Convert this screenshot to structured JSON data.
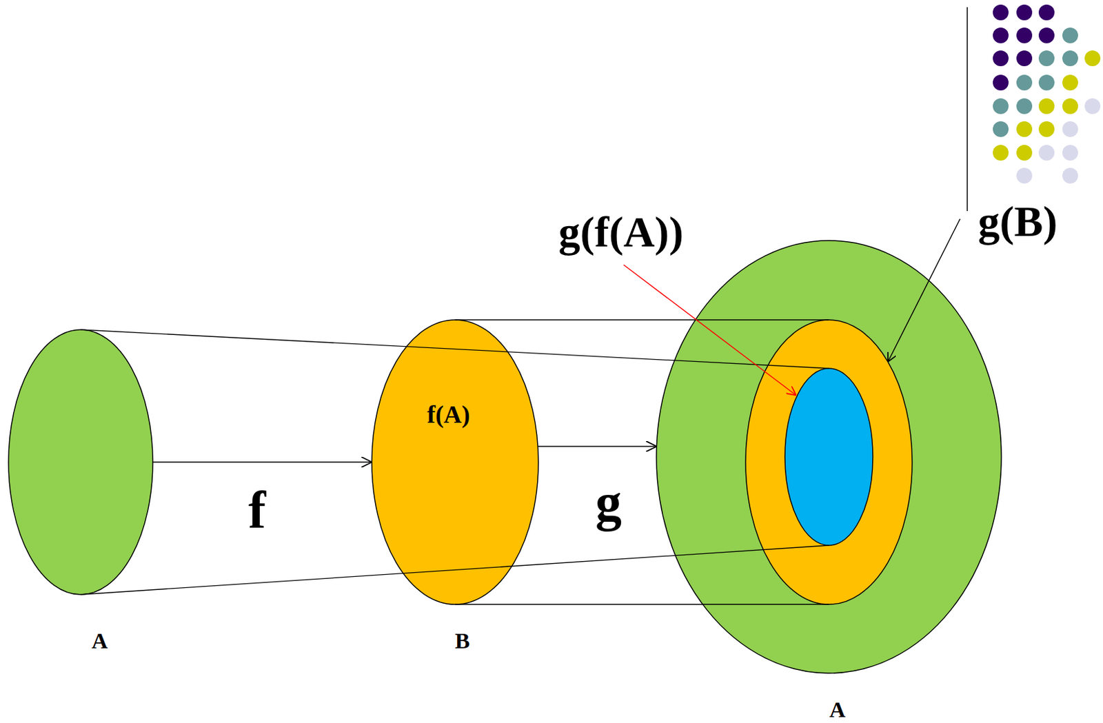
{
  "diagram": {
    "nodes": [
      {
        "text": [
          "A"
        ]
      },
      {
        "text": [
          "B"
        ]
      },
      {
        "text": [
          "f(A)"
        ],
        "in": 1
      },
      {
        "text": [
          "A"
        ]
      }
    ],
    "edges": [
      {
        "from": 0,
        "to": 1,
        "arrow": "to",
        "label": "f"
      },
      {
        "from": 1,
        "to": 3,
        "arrow": "to",
        "label": "g"
      }
    ],
    "labels": [
      "g(f(A))",
      "g(B)"
    ]
  }
}
